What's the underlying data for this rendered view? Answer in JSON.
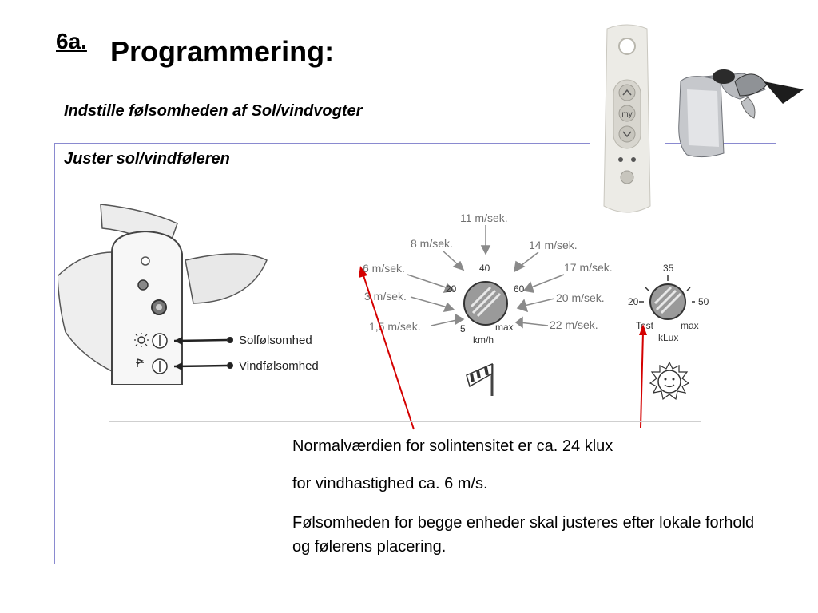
{
  "header": {
    "slide_number": "6a.",
    "title": "Programmering:",
    "subtitle": "Indstille følsomheden af Sol/vindvogter"
  },
  "box": {
    "heading": "Juster sol/vindføleren"
  },
  "sensor_closeup": {
    "sun_label": "Solfølsomhed",
    "wind_label": "Vindfølsomhed"
  },
  "remote": {
    "my_label": "my"
  },
  "wind_dial": {
    "speed_labels": [
      "11 m/sek.",
      "8 m/sek.",
      "14 m/sek.",
      "6 m/sek.",
      "17 m/sek.",
      "3 m/sek.",
      "20 m/sek.",
      "1,5 m/sek.",
      "22 m/sek."
    ],
    "scale_labels": [
      "40",
      "20",
      "60",
      "5",
      "max"
    ],
    "unit": "km/h"
  },
  "sun_dial": {
    "scale_labels": [
      "35",
      "20",
      "50",
      "Test",
      "max"
    ],
    "unit": "kLux"
  },
  "notes": {
    "line1": "Normalværdien for solintensitet er ca. 24 klux",
    "line2": "for vindhastighed ca. 6 m/s.",
    "line3": "Følsomheden for begge enheder skal justeres efter lokale forhold og følerens placering."
  },
  "colors": {
    "accent_arrow": "#d40000",
    "box_border": "#8a8ad0"
  }
}
